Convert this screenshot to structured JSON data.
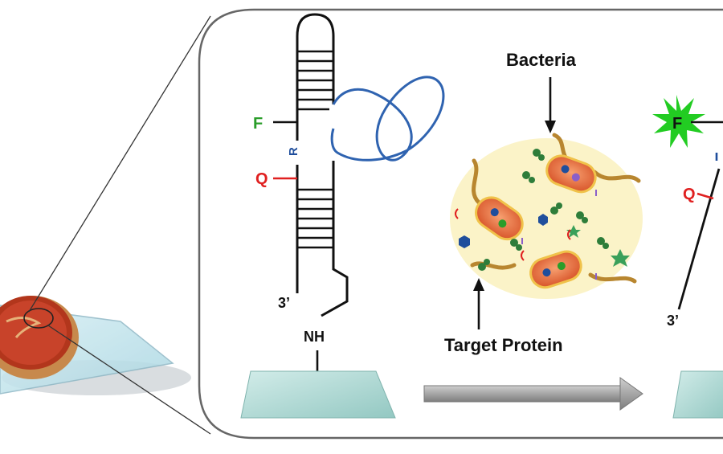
{
  "labels": {
    "bacteria": "Bacteria",
    "target_protein": "Target Protein",
    "fluorophore_left": "F",
    "quencher_left": "Q",
    "receptor": "R",
    "three_prime_left": "3’",
    "amine": "NH",
    "fluorophore_right": "F",
    "quencher_right": "Q",
    "three_prime_right": "3’"
  },
  "colors": {
    "fluorophore": "#2a9d2a",
    "quencher": "#e02020",
    "receptor": "#1f4e9c",
    "aptamer_loop": "#2f63b0",
    "star": "#22cc22",
    "bacteria_bg": "#fbf3c8",
    "bacterium": "#e8743b",
    "substrate": "#b6dcd8",
    "arrow": "#a6a6a6"
  },
  "icons": {
    "star": "fluorescence-star-icon",
    "arrow": "process-arrow-icon",
    "sample": "meat-sample-icon"
  }
}
